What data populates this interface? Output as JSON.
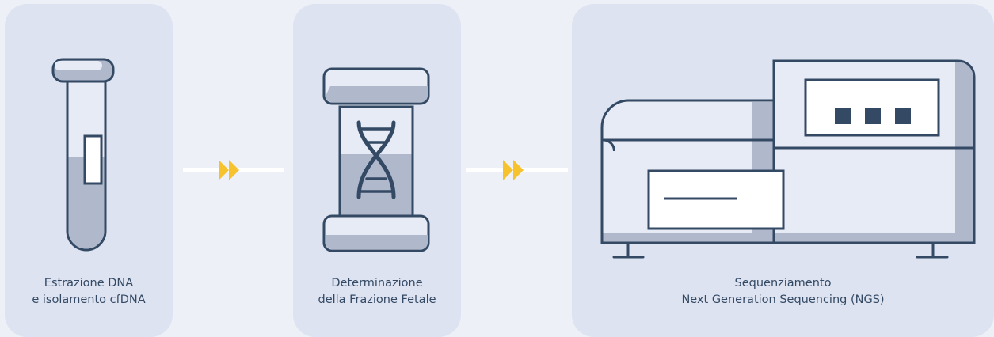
{
  "steps": [
    {
      "line1": "Estrazione DNA",
      "line2": "e isolamento cfDNA",
      "icon": "test-tube-icon"
    },
    {
      "line1": "Determinazione",
      "line2": "della Frazione Fetale",
      "icon": "dna-capsule-icon"
    },
    {
      "line1": "Sequenziamento",
      "line2": "Next Generation Sequencing (NGS)",
      "icon": "sequencer-machine-icon"
    }
  ],
  "colors": {
    "background": "#edf0f7",
    "card": "#dde3f1",
    "outline": "#344a64",
    "fill_light": "#e7ebf5",
    "fill_mid": "#b0b8cc",
    "arrow": "#f6c22e",
    "connector": "#ffffff"
  }
}
